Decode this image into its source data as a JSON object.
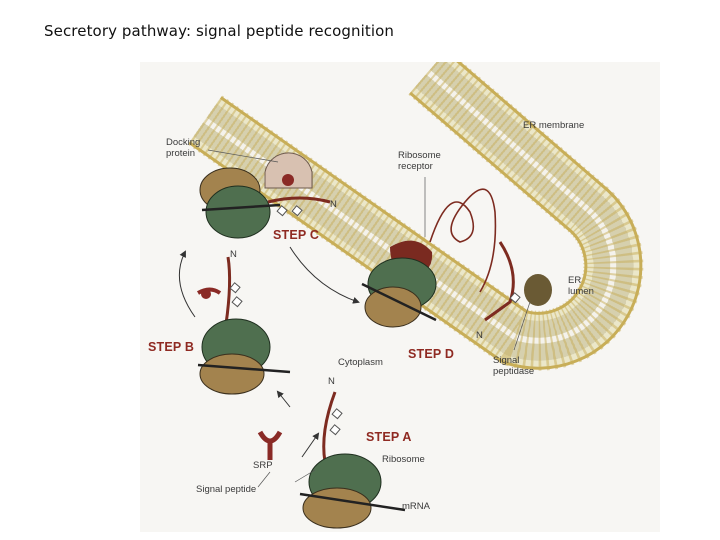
{
  "title": "Secretory pathway: signal peptide recognition",
  "steps": {
    "a": "STEP A",
    "b": "STEP B",
    "c": "STEP C",
    "d": "STEP D"
  },
  "labels": {
    "er_membrane": "ER membrane",
    "docking_protein_1": "Docking",
    "docking_protein_2": "protein",
    "ribosome_receptor_1": "Ribosome",
    "ribosome_receptor_2": "receptor",
    "er_lumen_1": "ER",
    "er_lumen_2": "lumen",
    "signal_peptidase_1": "Signal",
    "signal_peptidase_2": "peptidase",
    "cytoplasm": "Cytoplasm",
    "srp": "SRP",
    "ribosome": "Ribosome",
    "signal_peptide": "Signal peptide",
    "mrna": "mRNA",
    "n": "N"
  },
  "colors": {
    "membrane": "#ebe7c9",
    "lipid_head": "#c8ae58",
    "ribosome_green": "#4f6f4f",
    "ribosome_tan": "#a3834e",
    "peptide": "#7d2b20",
    "srp": "#8a2a26",
    "docking": "#d8c1b1",
    "peptidase": "#6a5a34"
  }
}
